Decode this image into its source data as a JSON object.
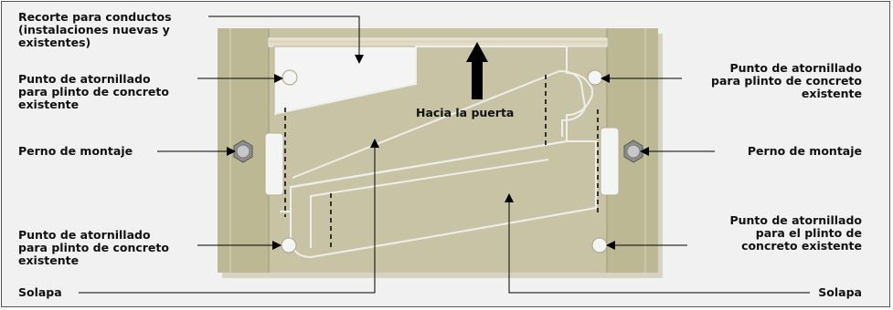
{
  "labels": {
    "conduit_cutout": [
      "Recorte para conductos",
      "(instalaciones nuevas y",
      "existentes)"
    ],
    "screw_point_top_left": [
      "Punto de atornillado",
      "para plinto de concreto",
      "existente"
    ],
    "screw_point_top_right": [
      "Punto de atornillado",
      "para plinto de concreto",
      "existente"
    ],
    "mounting_bolt_left": "Perno de montaje",
    "mounting_bolt_right": "Perno de montaje",
    "screw_point_bottom_left": [
      "Punto de atornillado",
      "para plinto de concreto",
      "existente"
    ],
    "screw_point_bottom_right": [
      "Punto de atornillado",
      "para el plinto de",
      "concreto existente"
    ],
    "flap_left": "Solapa",
    "flap_right": "Solapa",
    "toward_door": "Hacia la puerta"
  },
  "colors": {
    "plate": "#c8c3a4",
    "plate_rail": "#bdb894",
    "background": "#f1f1f1",
    "cutout": "#f4f4f4",
    "outline": "#eeeeea",
    "bolt": "#9a9a9a",
    "leader": "#000000"
  }
}
